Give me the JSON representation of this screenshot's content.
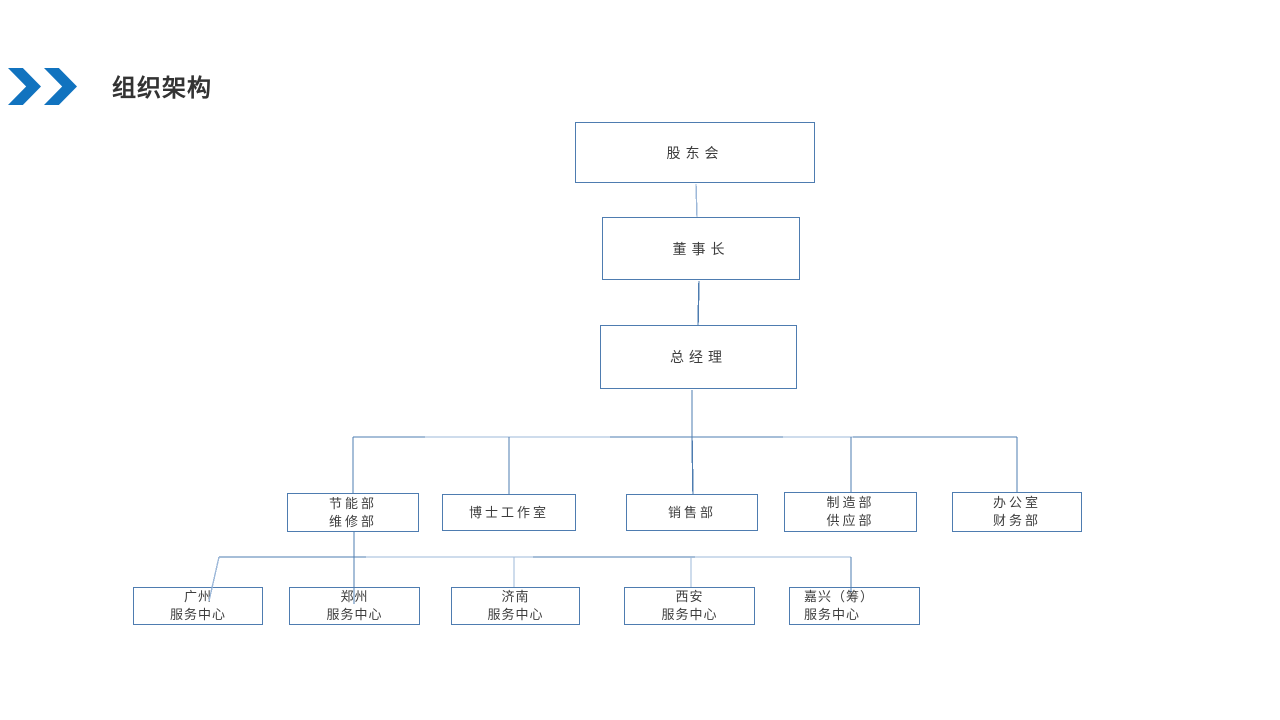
{
  "theme": {
    "accent": "#1173BF",
    "box_border": "#4E7CB0",
    "connector_dark": "#4E7CB0",
    "connector_light": "#9DB8D9",
    "title_color": "#333333"
  },
  "header": {
    "title": "组织架构"
  },
  "chart": {
    "type": "org-chart",
    "nodes": {
      "shareholders": {
        "label": "股东会"
      },
      "chairman": {
        "label": "董事长"
      },
      "general_manager": {
        "label": "总经理"
      },
      "dept_energy": {
        "line1": "节能部",
        "line2": "维修部"
      },
      "dept_phd_studio": {
        "label": "博士工作室"
      },
      "dept_sales": {
        "label": "销售部"
      },
      "dept_manufacturing": {
        "line1": "制造部",
        "line2": "供应部"
      },
      "dept_office": {
        "line1": "办公室",
        "line2": "财务部"
      },
      "svc_guangzhou": {
        "line1": "广州",
        "line2": "服务中心"
      },
      "svc_zhengzhou": {
        "line1": "郑州",
        "line2": "服务中心"
      },
      "svc_jinan": {
        "line1": "济南",
        "line2": "服务中心"
      },
      "svc_xian": {
        "line1": "西安",
        "line2": "服务中心"
      },
      "svc_jiaxing": {
        "line1": "嘉兴（筹）",
        "line2": "服务中心"
      }
    }
  }
}
